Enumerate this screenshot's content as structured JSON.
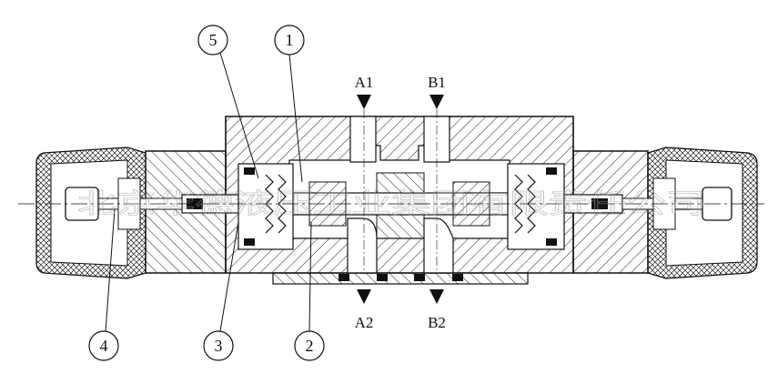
{
  "ports": {
    "a1": "A1",
    "b1": "B1",
    "a2": "A2",
    "b2": "B2"
  },
  "callouts": {
    "c1": "1",
    "c2": "2",
    "c3": "3",
    "c4": "4",
    "c5": "5"
  },
  "watermark": {
    "text": "北京华德液压工业集团有限责任公司"
  }
}
